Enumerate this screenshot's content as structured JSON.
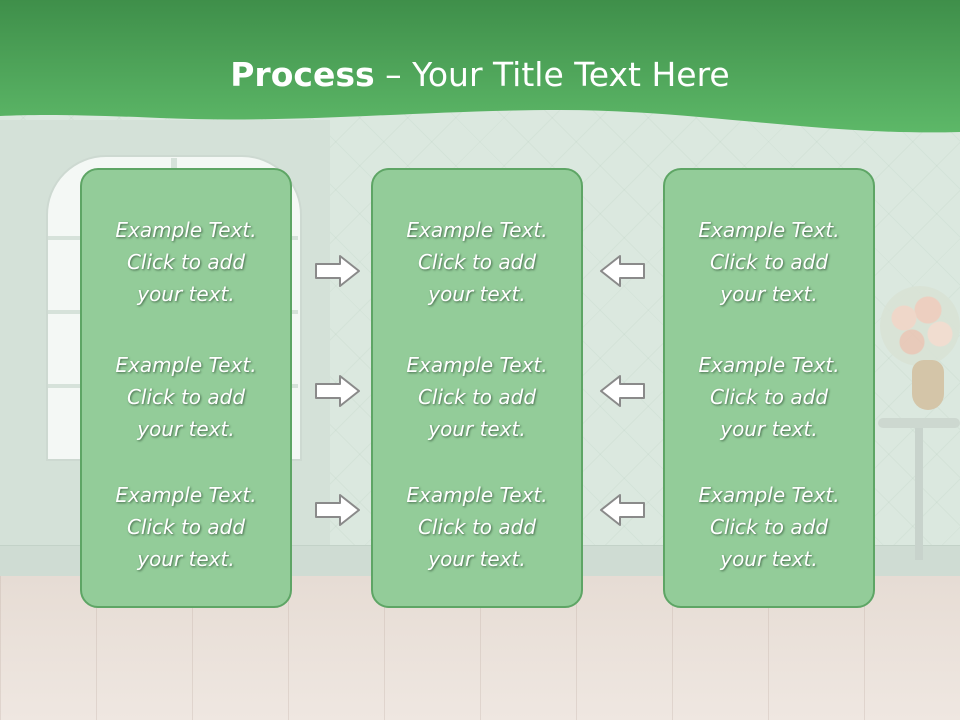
{
  "title": {
    "bold": "Process",
    "rest": " – Your Title Text Here"
  },
  "columns": [
    {
      "items": [
        {
          "line1": "Example Text.",
          "line2": "Click  to add",
          "line3": "your text."
        },
        {
          "line1": "Example Text.",
          "line2": "Click  to add",
          "line3": "your text."
        },
        {
          "line1": "Example Text.",
          "line2": "Click  to add",
          "line3": "your text."
        }
      ]
    },
    {
      "items": [
        {
          "line1": "Example Text.",
          "line2": "Click  to add",
          "line3": "your text."
        },
        {
          "line1": "Example Text.",
          "line2": "Click  to add",
          "line3": "your text."
        },
        {
          "line1": "Example Text.",
          "line2": "Click  to add",
          "line3": "your text."
        }
      ]
    },
    {
      "items": [
        {
          "line1": "Example Text.",
          "line2": "Click  to add",
          "line3": "your text."
        },
        {
          "line1": "Example Text.",
          "line2": "Click  to add",
          "line3": "your text."
        },
        {
          "line1": "Example Text.",
          "line2": "Click  to add",
          "line3": "your text."
        }
      ]
    }
  ],
  "arrows": {
    "left_group": "arrow-right-icon",
    "right_group": "arrow-left-icon"
  },
  "colors": {
    "header_green": "#4ea85a",
    "panel_fill": "#93cc99",
    "panel_border": "#5ea565",
    "arrow_fill": "#ffffff",
    "arrow_stroke": "#8a8a8a"
  }
}
